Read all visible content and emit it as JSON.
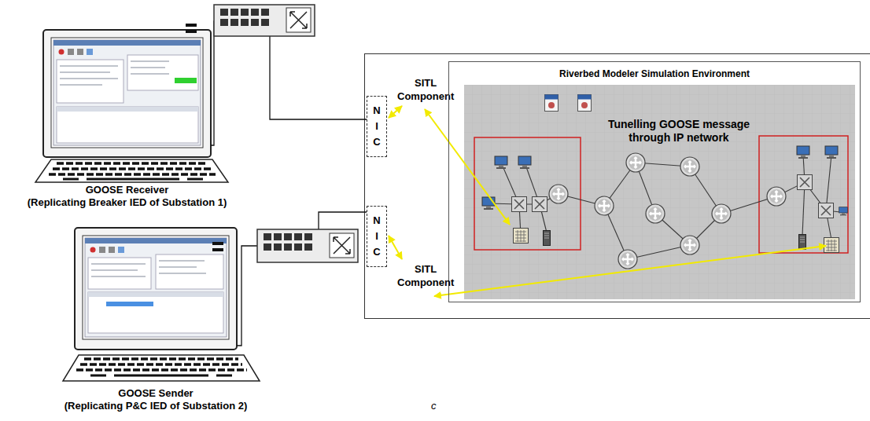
{
  "diagram": {
    "nodes": [
      {
        "text": [
          "GOOSE Receiver",
          "(Replicating Breaker IED of Substation 1)"
        ]
      },
      {
        "text": [
          "SITL Component"
        ]
      },
      {
        "text": [
          "N I C"
        ]
      },
      {
        "text": [
          "Riverbed Modeler Simulation Environment"
        ]
      },
      {
        "text": [
          "N I C"
        ]
      },
      {
        "text": [
          "SITL Component"
        ]
      },
      {
        "text": [
          "GOOSE Sender",
          "(Replicating P&C IED of Substation 2)"
        ]
      }
    ],
    "edges": [
      {
        "from": 0,
        "to": 2,
        "arrow": "none"
      },
      {
        "from": 2,
        "to": 1,
        "arrow": "both"
      },
      {
        "from": 4,
        "to": 5,
        "arrow": "both"
      },
      {
        "from": 6,
        "to": 4,
        "arrow": "none"
      }
    ],
    "labels": [
      "Tunelling GOOSE message through IP network",
      "c"
    ]
  }
}
